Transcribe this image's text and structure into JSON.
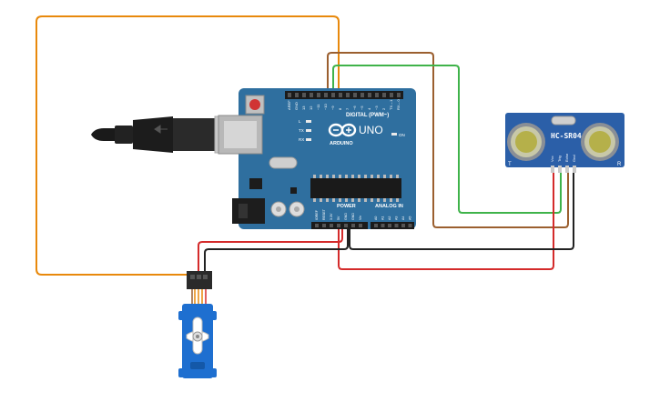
{
  "arduino": {
    "brand": "ARDUINO",
    "model": "UNO",
    "digital_header_label": "DIGITAL (PWM~)",
    "analog_header_label": "ANALOG IN",
    "power_header_label": "POWER",
    "led_labels": [
      "L",
      "TX",
      "RX"
    ],
    "on_label": "ON",
    "digital_pins": [
      "AREF",
      "GND",
      "13",
      "12",
      "~11",
      "~10",
      "~9",
      "8",
      "7",
      "~6",
      "~5",
      "4",
      "~3",
      "2",
      "TX→1",
      "RX←0"
    ],
    "power_pins": [
      "IOREF",
      "RESET",
      "3.3V",
      "5V",
      "GND",
      "GND",
      "Vin"
    ],
    "analog_pins": [
      "A0",
      "A1",
      "A2",
      "A3",
      "A4",
      "A5"
    ],
    "board_color": "#2f6f9f"
  },
  "sensor": {
    "label": "HC-SR04",
    "pins": [
      "Vcc",
      "Trig",
      "Echo",
      "Gnd"
    ],
    "corner_left": "T",
    "corner_right": "R",
    "board_color": "#2b5fa8"
  },
  "servo": {
    "body_color": "#1e6fd0"
  },
  "wires": {
    "orange": "#e8890c",
    "brown": "#9b5f2f",
    "green": "#3fb34a",
    "red": "#d42b2b",
    "black": "#222222"
  }
}
